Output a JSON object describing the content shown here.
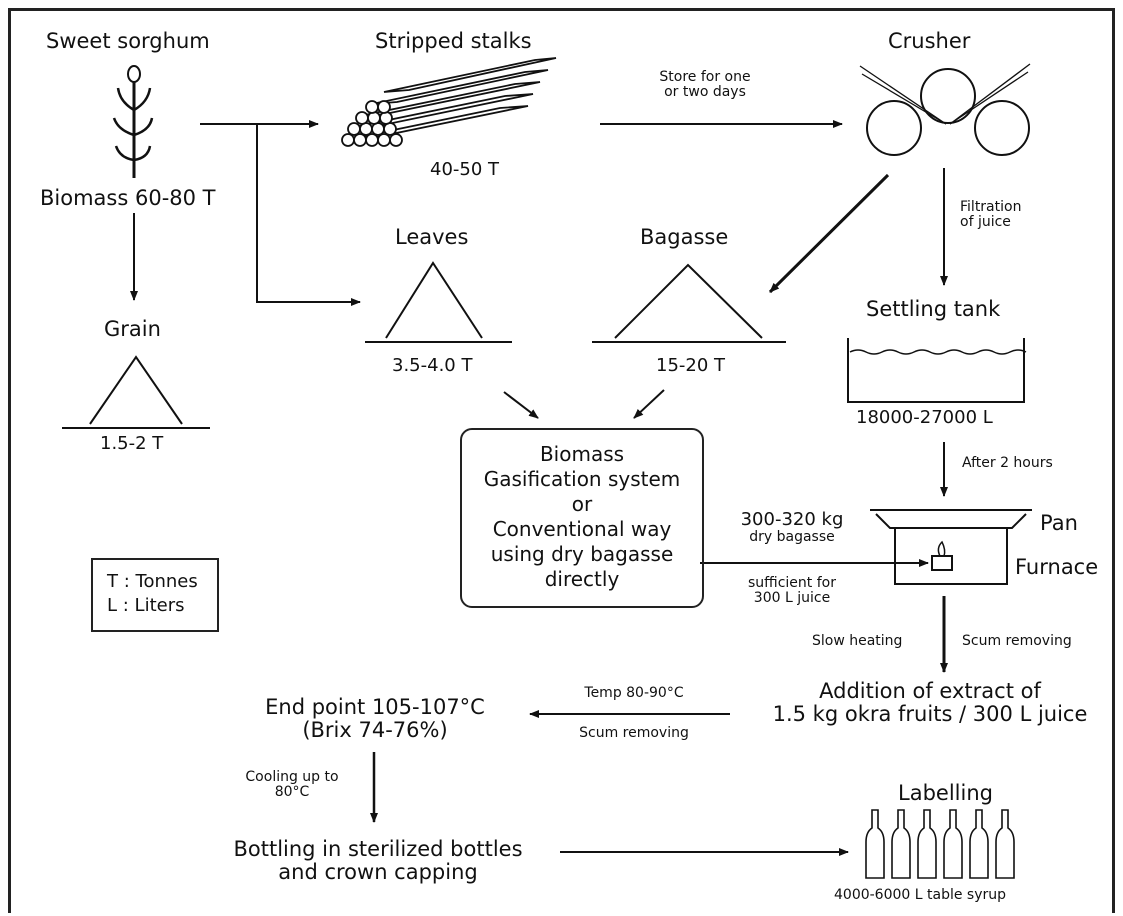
{
  "nodes": {
    "sweet_sorghum": "Sweet sorghum",
    "stripped_stalks": "Stripped stalks",
    "stalks_amount": "40-50  T",
    "crusher": "Crusher",
    "store_note": [
      "Store for one",
      "or two days"
    ],
    "biomass": "Biomass  60-80  T",
    "grain": "Grain",
    "grain_amount": "1.5-2  T",
    "leaves": "Leaves",
    "leaves_amount": "3.5-4.0  T",
    "bagasse": "Bagasse",
    "bagasse_amount": "15-20  T",
    "filtration_note": [
      "Filtration",
      "of juice"
    ],
    "settling_tank": "Settling tank",
    "tank_volume": "18000-27000 L",
    "after_2_hours": "After 2 hours",
    "pan": "Pan",
    "furnace": "Furnace",
    "dry_bagasse": [
      "300-320  kg",
      "dry bagasse"
    ],
    "sufficient": [
      "sufficient for",
      "300  L juice"
    ],
    "slow_heating": "Slow heating",
    "scum_removing_1": "Scum removing",
    "addition": [
      "Addition of extract of",
      "1.5 kg okra fruits / 300 L juice"
    ],
    "temp_note": "Temp 80-90°C",
    "scum_removing_2": "Scum removing",
    "end_point": [
      "End point 105-107°C",
      "(Brix 74-76%)"
    ],
    "cooling_note": [
      "Cooling up to",
      "80°C"
    ],
    "bottling": [
      "Bottling in sterilized bottles",
      "and crown capping"
    ],
    "labelling": "Labelling",
    "output": "4000-6000 L table syrup"
  },
  "process_box": {
    "lines": [
      "Biomass",
      "Gasification system",
      "or",
      "Conventional way",
      "using dry bagasse",
      "directly"
    ]
  },
  "legend": {
    "line1": "T : Tonnes",
    "line2": "L : Liters"
  },
  "icons": [
    "sorghum-plant-icon",
    "stalks-bundle-icon",
    "crusher-rollers-icon",
    "pile-icon",
    "tank-icon",
    "pan-furnace-icon",
    "bottles-icon"
  ]
}
